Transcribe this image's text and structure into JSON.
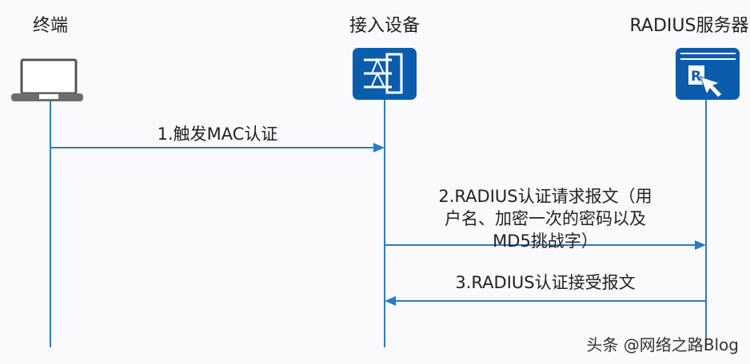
{
  "participants": [
    {
      "name": "终端",
      "icon": "laptop-icon"
    },
    {
      "name": "接入设备",
      "icon": "switch-icon"
    },
    {
      "name": "RADIUS服务器",
      "icon": "radius-server-icon"
    }
  ],
  "messages": [
    {
      "lines": [
        "1.触发MAC认证"
      ],
      "direction": "right"
    },
    {
      "lines": [
        "2.RADIUS认证请求报文（用",
        "户名、加密一次的密码以及",
        "MD5挑战字）"
      ],
      "direction": "right"
    },
    {
      "lines": [
        "3.RADIUS认证接受报文"
      ],
      "direction": "left"
    }
  ],
  "watermark": "头条 @网络之路Blog",
  "colors": {
    "line": "#2a7cc7",
    "icon_bg": "#0b5cad"
  }
}
